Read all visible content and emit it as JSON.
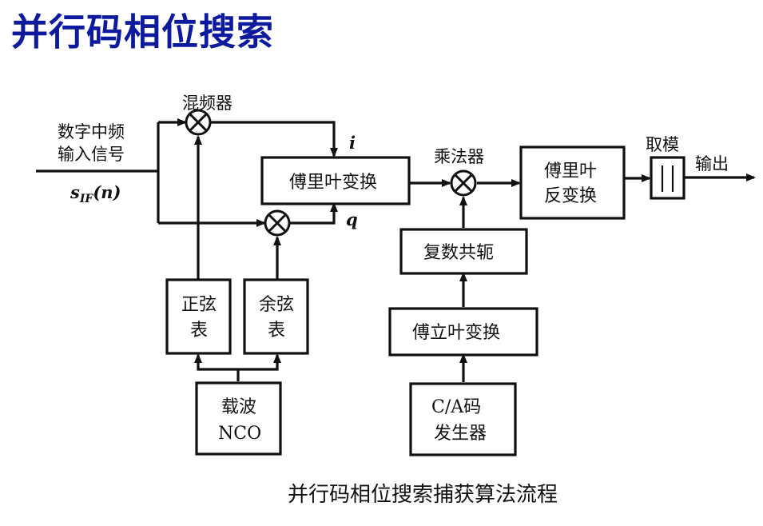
{
  "title": "并行码相位搜索",
  "caption": "并行码相位搜索捕获算法流程",
  "input": {
    "line1": "数字中频",
    "line2": "输入信号",
    "signal": "s",
    "signal_sub": "IF",
    "signal_arg": "(n)"
  },
  "labels": {
    "mixer": "混频器",
    "multiplier": "乘法器",
    "modulus": "取模",
    "output": "输出",
    "i": "i",
    "q": "q"
  },
  "blocks": {
    "fft": "傅里叶变换",
    "ifft_line1": "傅里叶",
    "ifft_line2": "反变换",
    "conj": "复数共轭",
    "fft2": "傅立叶变换",
    "ca_line1": "C/A码",
    "ca_line2": "发生器",
    "sin_line1": "正弦",
    "sin_line2": "表",
    "cos_line1": "余弦",
    "cos_line2": "表",
    "nco_line1": "载波",
    "nco_line2": "NCO"
  }
}
